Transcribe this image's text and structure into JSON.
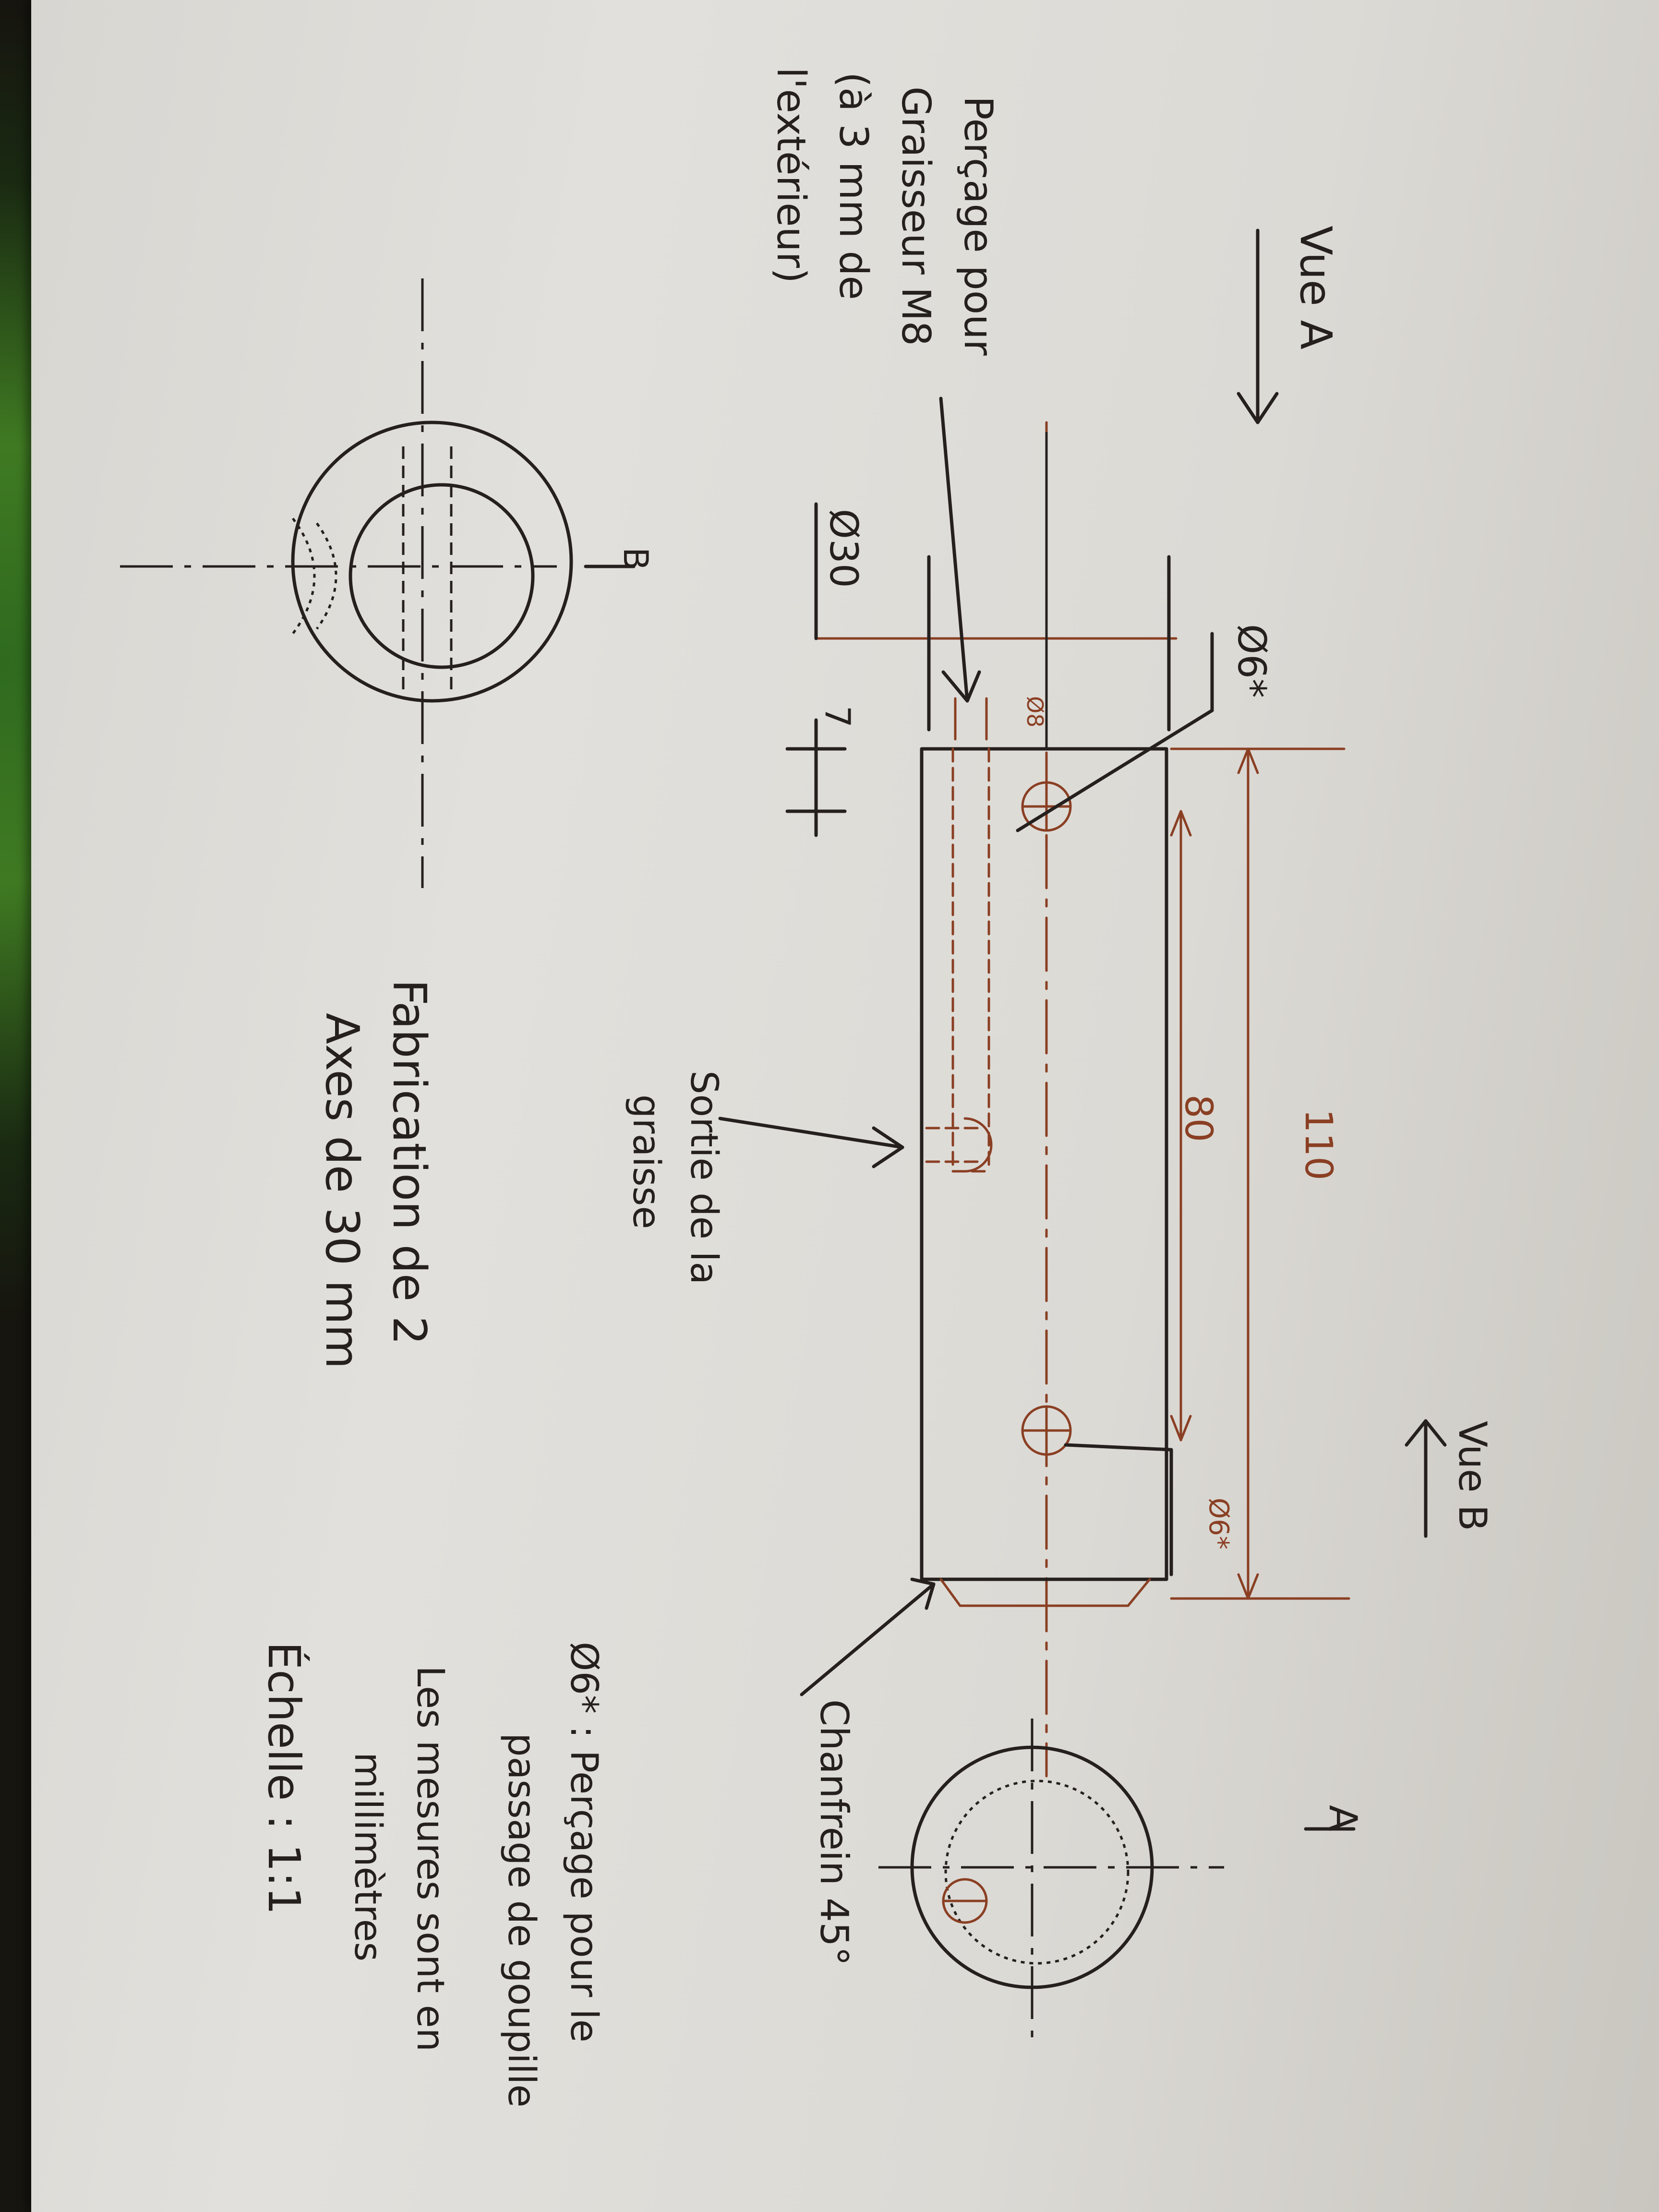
{
  "view_a_label": "Vue A",
  "view_b_label": "Vue B",
  "section_marker_a": "A",
  "section_marker_b": "B",
  "note_pin_hole": [
    "Perçage pour",
    "Graisseur M8",
    "(à 3 mm de",
    "l'extérieur)"
  ],
  "dim_diameter": "Ø30",
  "dim_hole_offset": "7",
  "dim_grease_hole": "Ø8",
  "dim_pin_hole_left": "Ø6*",
  "dim_pin_hole_right": "Ø6*",
  "dim_total_length": "110",
  "dim_hole_spacing": "80",
  "note_grease_exit": [
    "Sortie de la",
    "graisse"
  ],
  "note_chamfer": "Chanfrein 45°",
  "note_fabrication": [
    "Fabrication de 2",
    "Axes de 30 mm"
  ],
  "note_footnote": [
    "Ø6* : Perçage pour le",
    "passage de goupille"
  ],
  "note_units": [
    "Les mesures sont en",
    "millimètres"
  ],
  "note_scale": "Échelle : 1:1",
  "colors": {
    "ink": "#25201e",
    "copper": "#8a3f23",
    "paper": "#e0ded9"
  }
}
